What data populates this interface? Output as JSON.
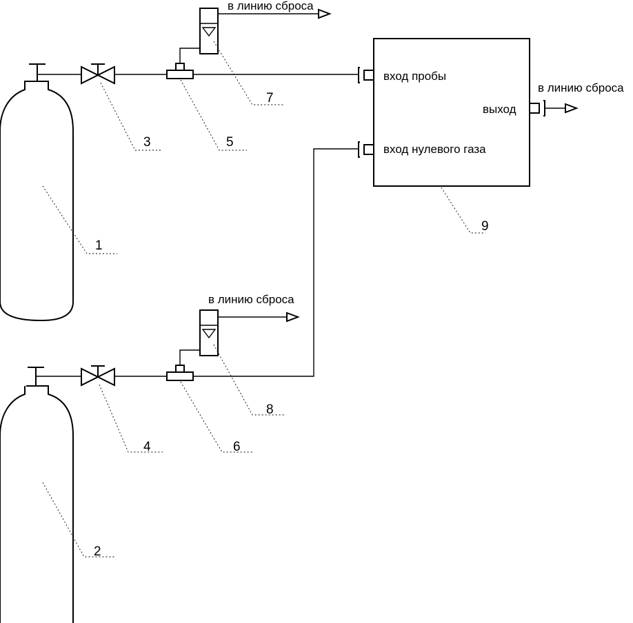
{
  "analyzer": {
    "number": "9",
    "inputs": {
      "sample": "вход пробы",
      "zero_gas": "вход нулевого газа"
    },
    "output": "выход",
    "output_vent": "в линию сброса"
  },
  "cylinders": [
    {
      "number": "1"
    },
    {
      "number": "2"
    }
  ],
  "valves": [
    {
      "number": "3"
    },
    {
      "number": "4"
    }
  ],
  "tees": [
    {
      "number": "5"
    },
    {
      "number": "6"
    }
  ],
  "rotameters": [
    {
      "number": "7",
      "vent": "в линию сброса"
    },
    {
      "number": "8",
      "vent": "в линию сброса"
    }
  ]
}
